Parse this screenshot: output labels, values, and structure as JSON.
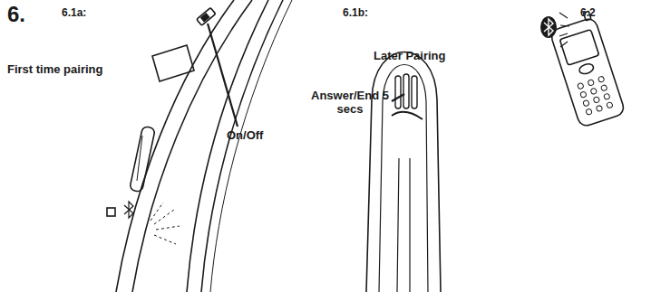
{
  "diagram": {
    "title": "6.",
    "labels": [
      "6.1a:",
      "First time pairing",
      "On/Off",
      "6.1b:",
      "Later Pairing",
      "Answer/End 5 secs",
      "6.2"
    ]
  }
}
